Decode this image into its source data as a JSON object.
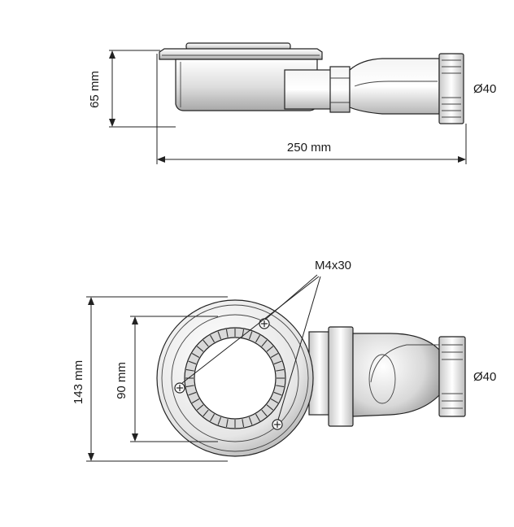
{
  "side_view": {
    "height_label": "65 mm",
    "length_label": "250 mm",
    "outlet_label": "Ø40"
  },
  "top_view": {
    "outer_diameter_label": "143 mm",
    "inner_diameter_label": "90 mm",
    "screw_label": "M4x30",
    "outlet_label": "Ø40"
  },
  "colors": {
    "line": "#222222",
    "metal_light": "#f0f0f0",
    "metal_dark": "#9a9a9a"
  },
  "icons": {
    "screw": "screw-head-icon"
  }
}
